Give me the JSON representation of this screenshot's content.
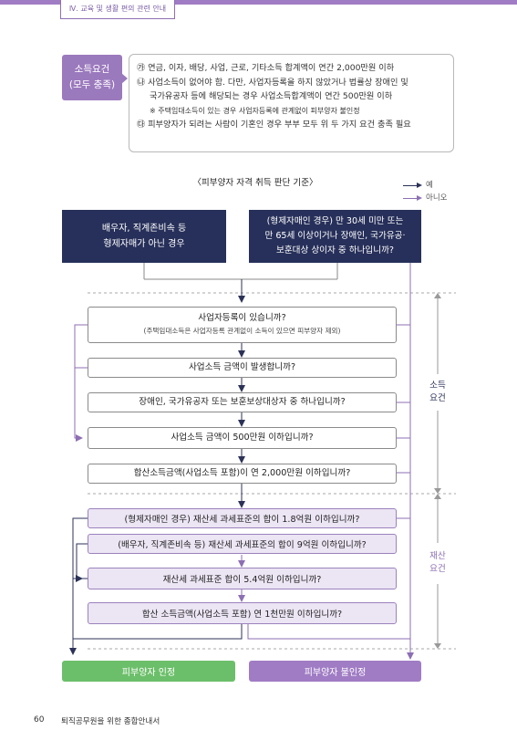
{
  "header": {
    "section_tab": "Ⅳ. 교육 및 생활 편의 관련 안내"
  },
  "income_requirement": {
    "label_line1": "소득요건",
    "label_line2": "(모두 충족)",
    "items": [
      "㉮ 연금, 이자, 배당, 사업, 근로, 기타소득 합계액이 연간 2,000만원 이하",
      "㉯ 사업소득이 없어야 함. 다만, 사업자등록을 하지 않았거나 법률상 장애인 및",
      "국가유공자 등에 해당되는 경우 사업소득합계액이 연간 500만원 이하",
      "※ 주택임대소득이 있는 경우 사업자등록에 관계없이 피부양자 불인정",
      "㉰ 피부양자가 되려는 사람이 기혼인 경우 부부 모두 위 두 가지 요건 충족 필요"
    ]
  },
  "diagram": {
    "title": "〈피부양자 자격 취득 판단 기준〉",
    "legend_yes": "예",
    "legend_no": "아니오",
    "start_left_line1": "배우자, 직계존비속 등",
    "start_left_line2": "형제자매가 아닌 경우",
    "start_right_line1": "(형제자매인 경우) 만 30세 미만 또는",
    "start_right_line2": "만 65세 이상이거나 장애인, 국가유공·",
    "start_right_line3": "보훈대상 상이자 중 하나입니까?",
    "income_questions": [
      "사업자등록이 있습니까?",
      "사업소득 금액이 발생합니까?",
      "장애인, 국가유공자 또는 보훈보상대상자 중 하나입니까?",
      "사업소득 금액이 500만원 이하입니까?",
      "합산소득금액(사업소득 포함)이 연 2,000만원 이하입니까?"
    ],
    "income_q1_note": "(주택임대소득은 사업자등록 관계없이 소득이 있으면 피부양자 제외)",
    "property_questions": [
      "(형제자매인 경우) 재산세 과세표준의 합이 1.8억원 이하입니까?",
      "(배우자, 직계존비속 등) 재산세 과세표준의 합이 9억원 이하입니까?",
      "재산세 과세표준 합이 5.4억원 이하입니까?",
      "합산 소득금액(사업소득 포함) 연 1천만원 이하입니까?"
    ],
    "side_income_line1": "소득",
    "side_income_line2": "요건",
    "side_property_line1": "재산",
    "side_property_line2": "요건",
    "result_yes": "피부양자 인정",
    "result_no": "피부양자 불인정"
  },
  "colors": {
    "navy": "#27305a",
    "purple": "#8d6fb3",
    "light_purple": "#ece5f4",
    "green": "#6cbf6a",
    "result_no": "#a07cc4"
  },
  "footer": {
    "page_number": "60",
    "text": "퇴직공무원을 위한 종합안내서"
  }
}
